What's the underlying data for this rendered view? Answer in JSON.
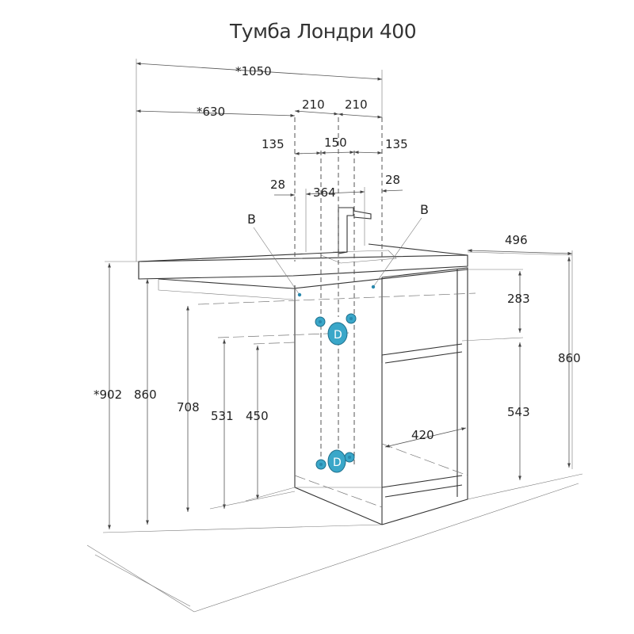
{
  "title": "Тумба Лондри 400",
  "markers": {
    "left_b": "B",
    "right_b": "B",
    "drain_d": "D"
  },
  "dimensions": {
    "overall_width": "*1050",
    "top_width": "*630",
    "offset_left": "210",
    "offset_right": "210",
    "inlet_left": "135",
    "inlet_center": "150",
    "inlet_right": "135",
    "edge_left": "28",
    "basin_width": "364",
    "edge_right": "28",
    "depth": "496",
    "height_total_left": "*902",
    "height_left": "860",
    "height_708": "708",
    "height_531": "531",
    "height_450": "450",
    "drawer_top": "283",
    "drawer_bottom": "543",
    "height_right": "860",
    "cabinet_width": "420"
  },
  "colors": {
    "connection": "#3aa7c9",
    "line": "#333333"
  }
}
